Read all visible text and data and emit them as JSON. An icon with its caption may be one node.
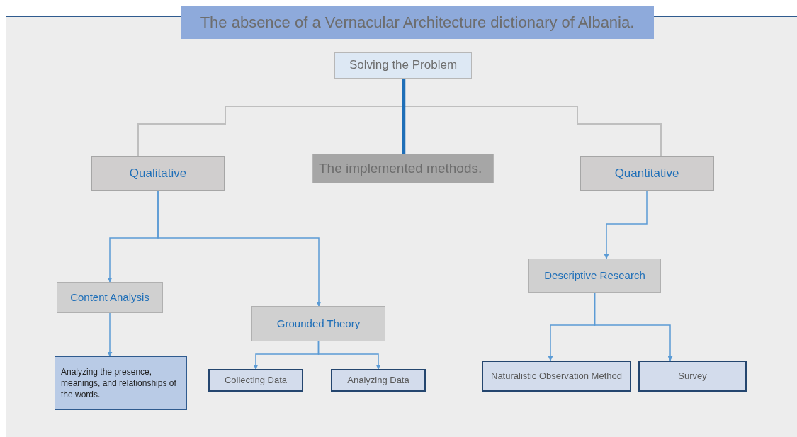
{
  "diagram": {
    "nodes": [
      {
        "text": [
          "The absence of a Vernacular Architecture dictionary of Albania."
        ]
      },
      {
        "text": [
          "Solving the Problem"
        ]
      },
      {
        "text": [
          "Qualitative"
        ]
      },
      {
        "text": [
          "The implemented methods."
        ]
      },
      {
        "text": [
          "Quantitative"
        ]
      },
      {
        "text": [
          "Content Analysis"
        ]
      },
      {
        "text": [
          "Grounded Theory"
        ]
      },
      {
        "text": [
          "Descriptive Research"
        ]
      },
      {
        "text": [
          "Analyzing the presence, meanings, and relationships of the words."
        ]
      },
      {
        "text": [
          "Collecting Data"
        ]
      },
      {
        "text": [
          "Analyzing Data"
        ]
      },
      {
        "text": [
          "Naturalistic Observation Method"
        ]
      },
      {
        "text": [
          "Survey"
        ]
      }
    ],
    "edges": [
      {
        "from": 1,
        "to": 2,
        "arrow": "none",
        "color": "#bfbfbf"
      },
      {
        "from": 1,
        "to": 4,
        "arrow": "none",
        "color": "#bfbfbf"
      },
      {
        "from": 1,
        "to": 3,
        "arrow": "none",
        "style": "thick",
        "color": "#1f6fb8"
      },
      {
        "from": 2,
        "to": 5,
        "arrow": "to"
      },
      {
        "from": 2,
        "to": 6,
        "arrow": "to"
      },
      {
        "from": 5,
        "to": 8,
        "arrow": "to"
      },
      {
        "from": 6,
        "to": 9,
        "arrow": "to"
      },
      {
        "from": 6,
        "to": 10,
        "arrow": "to"
      },
      {
        "from": 4,
        "to": 7,
        "arrow": "to"
      },
      {
        "from": 7,
        "to": 11,
        "arrow": "to"
      },
      {
        "from": 7,
        "to": 12,
        "arrow": "to"
      }
    ]
  }
}
